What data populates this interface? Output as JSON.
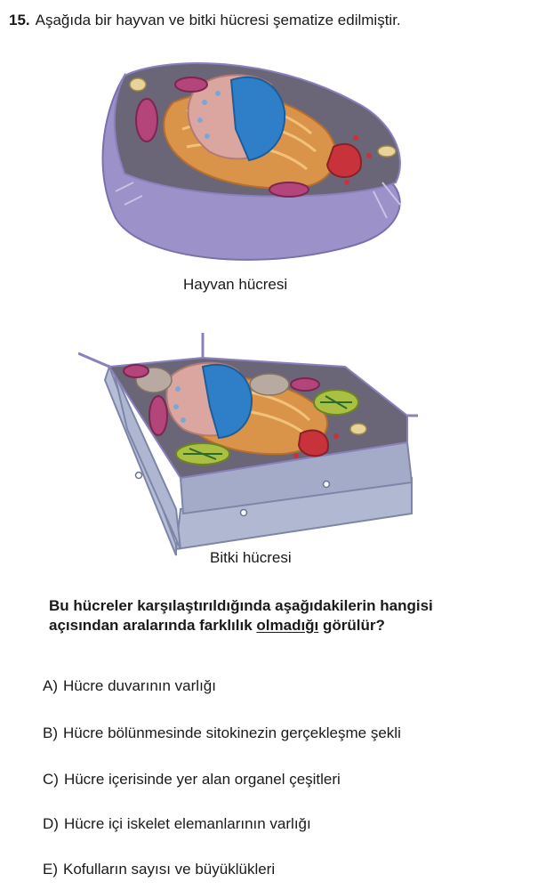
{
  "question": {
    "number": "15.",
    "stem": "Aşağıda bir hayvan ve bitki hücresi şematize edilmiştir."
  },
  "figures": {
    "animal_caption": "Hayvan hücresi",
    "plant_caption": "Bitki hücresi"
  },
  "prompt": {
    "before": "Bu hücreler karşılaştırıldığında aşağıdakilerin hangisi açısından aralarında farklılık ",
    "underlined": "olmadığı",
    "after": " görülür?"
  },
  "options": [
    {
      "letter": "A)",
      "text": "Hücre duvarının varlığı"
    },
    {
      "letter": "B)",
      "text": "Hücre bölünmesinde sitokinezin gerçekleşme şekli"
    },
    {
      "letter": "C)",
      "text": "Hücre içerisinde yer alan organel çeşitleri"
    },
    {
      "letter": "D)",
      "text": "Hücre içi iskelet elemanlarının varlığı"
    },
    {
      "letter": "E)",
      "text": "Kofulların sayısı ve büyüklükleri"
    }
  ],
  "colors": {
    "membrane": "#8f86c0",
    "cytoplasm": "#6e6a7a",
    "nucleus": "#2f7fc8",
    "er": "#d9944a",
    "chloroplast": "#a9c043",
    "cellwall": "#9aa3c4"
  }
}
